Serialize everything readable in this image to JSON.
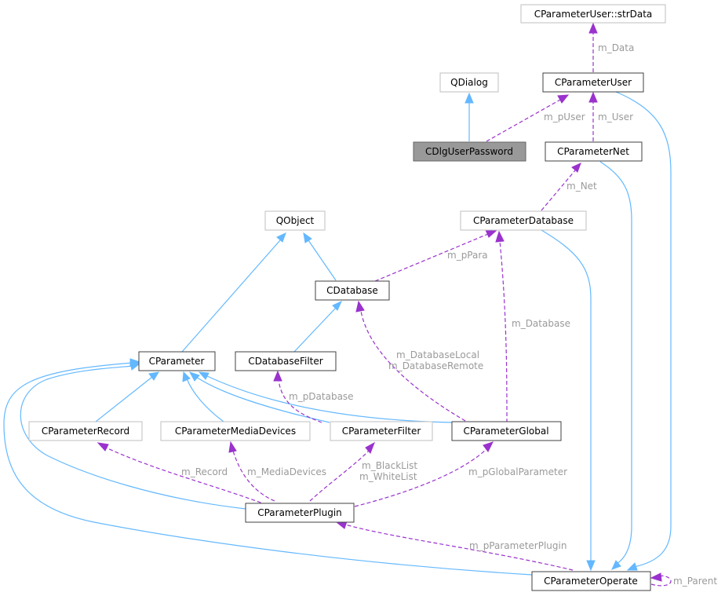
{
  "nodes": {
    "strData": "CParameterUser::strData",
    "qdialog": "QDialog",
    "parameterUser": "CParameterUser",
    "dlgUserPassword": "CDlgUserPassword",
    "parameterNet": "CParameterNet",
    "qobject": "QObject",
    "parameterDatabase": "CParameterDatabase",
    "database": "CDatabase",
    "parameter": "CParameter",
    "databaseFilter": "CDatabaseFilter",
    "parameterRecord": "CParameterRecord",
    "parameterMediaDevices": "CParameterMediaDevices",
    "parameterFilter": "CParameterFilter",
    "parameterGlobal": "CParameterGlobal",
    "parameterPlugin": "CParameterPlugin",
    "parameterOperate": "CParameterOperate"
  },
  "edge_labels": {
    "m_Data": "m_Data",
    "m_pUser": "m_pUser",
    "m_User": "m_User",
    "m_Net": "m_Net",
    "m_pPara": "m_pPara",
    "m_Database": "m_Database",
    "m_DatabaseLocal": "m_DatabaseLocal",
    "m_DatabaseRemote": "m_DatabaseRemote",
    "m_pDatabase": "m_pDatabase",
    "m_Record": "m_Record",
    "m_MediaDevices": "m_MediaDevices",
    "m_BlackList": "m_BlackList",
    "m_WhiteList": "m_WhiteList",
    "m_pGlobalParameter": "m_pGlobalParameter",
    "m_pParameterPlugin": "m_pParameterPlugin",
    "m_Parent": "m_Parent"
  },
  "legend": {
    "inheritance_color": "#63b8ff",
    "usage_color": "#9a32cd",
    "focus_fill": "#999999"
  }
}
